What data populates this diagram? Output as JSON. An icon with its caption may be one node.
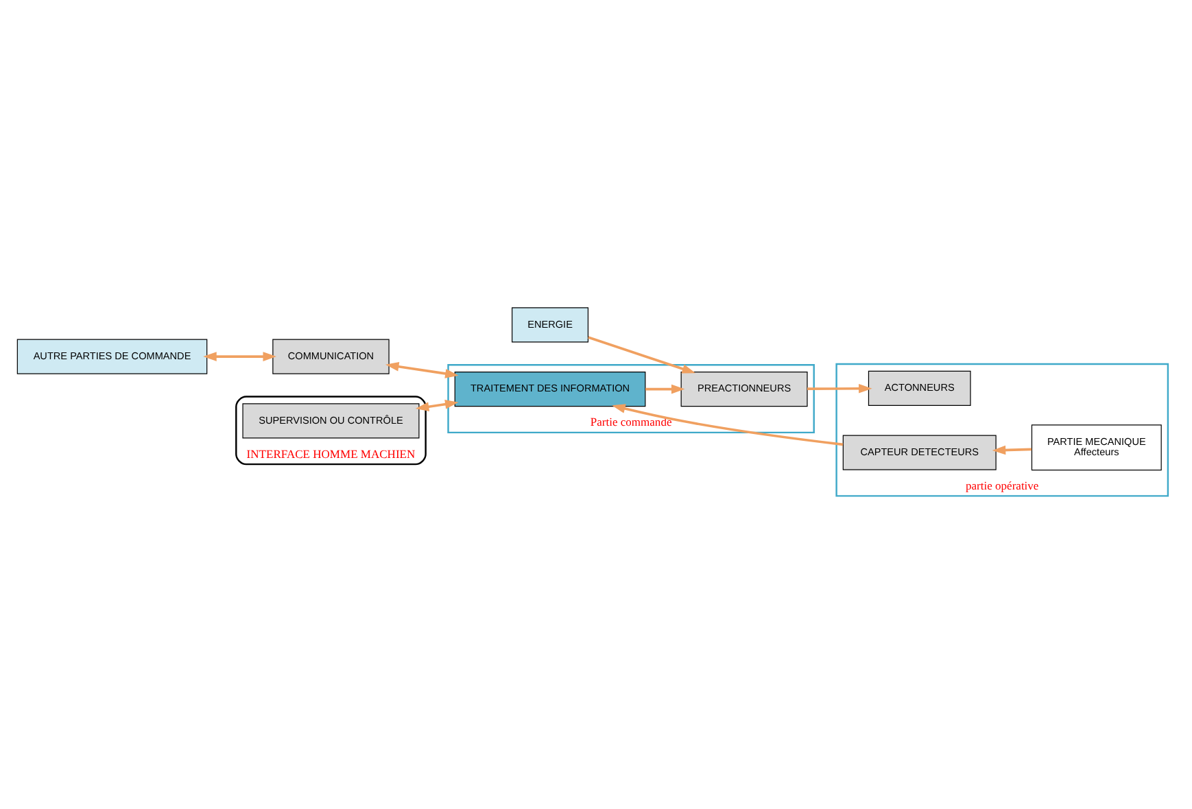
{
  "diagram": {
    "nodes": [
      {
        "text": [
          "AUTRE PARTIES DE COMMANDE"
        ]
      },
      {
        "text": [
          "ENERGIE"
        ]
      },
      {
        "text": [
          "COMMUNICATION"
        ]
      },
      {
        "text": [
          "Partie commande"
        ]
      },
      {
        "text": [
          "TRAITEMENT DES INFORMATION"
        ],
        "in": 3
      },
      {
        "text": [
          "PREACTIONNEURS"
        ],
        "in": 3
      },
      {
        "text": [
          "partie opérative"
        ]
      },
      {
        "text": [
          "ACTONNEURS"
        ],
        "in": 6
      },
      {
        "text": [
          "CAPTEUR DETECTEURS"
        ],
        "in": 6
      },
      {
        "text": [
          "PARTIE MECANIQUE",
          "Affecteurs"
        ],
        "in": 6
      },
      {
        "text": [
          "INTERFACE HOMME MACHIEN"
        ]
      },
      {
        "text": [
          "SUPERVISION OU CONTRÔLE"
        ],
        "in": 10
      }
    ],
    "edges": [
      {
        "from": 0,
        "to": 2,
        "arrow": "both"
      },
      {
        "from": 2,
        "to": 4,
        "arrow": "both"
      },
      {
        "from": 11,
        "to": 4,
        "arrow": "both"
      },
      {
        "from": 1,
        "to": 5,
        "arrow": "to"
      },
      {
        "from": 4,
        "to": 5,
        "arrow": "to"
      },
      {
        "from": 5,
        "to": 7,
        "arrow": "to"
      },
      {
        "from": 9,
        "to": 8,
        "arrow": "to"
      },
      {
        "from": 8,
        "to": 4,
        "arrow": "to"
      }
    ]
  }
}
